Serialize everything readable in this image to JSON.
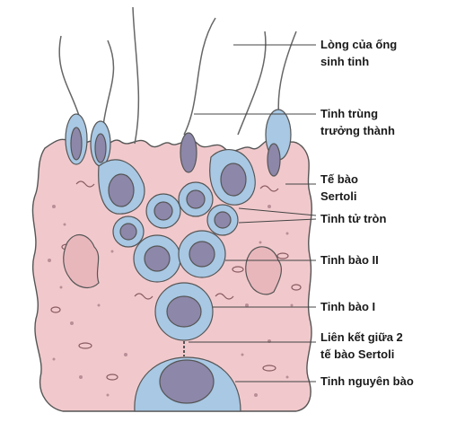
{
  "labels": {
    "lumen": [
      "Lòng của ống",
      "sinh tinh"
    ],
    "spermatozoa": [
      "Tinh trùng",
      "trưởng thành"
    ],
    "sertoli": [
      "Tế bào",
      "Sertoli"
    ],
    "spermatids": [
      "Tinh tử tròn"
    ],
    "secondary_spermatocyte": [
      "Tinh bào II"
    ],
    "primary_spermatocyte": [
      "Tinh bào I"
    ],
    "sertoli_junction": [
      "Liên kết giữa 2",
      "tế bào Sertoli"
    ],
    "spermatogonium": [
      "Tinh nguyên bào"
    ]
  },
  "colors": {
    "sertoli_fill": "#f1c9cc",
    "cell_fill": "#a8c8e4",
    "nucleus_fill": "#8d87a9",
    "outline": "#555555",
    "leader_line": "#444444"
  }
}
